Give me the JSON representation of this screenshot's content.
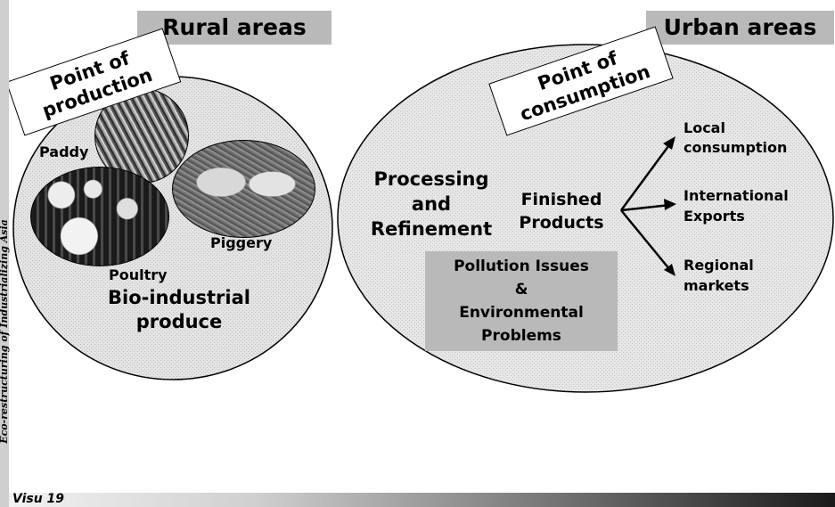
{
  "side_caption": "Eco-restructuring of Industrializing Asia",
  "footer_label": "Visu 19",
  "rural": {
    "title": "Rural areas",
    "tag": [
      "Point of",
      "production"
    ],
    "paddy": "Paddy",
    "piggery": "Piggery",
    "poultry": "Poultry",
    "produce": [
      "Bio-industrial",
      "produce"
    ]
  },
  "urban": {
    "title": "Urban areas",
    "tag": [
      "Point of",
      "consumption"
    ],
    "processing": [
      "Processing",
      "and",
      "Refinement"
    ],
    "finished": [
      "Finished",
      "Products"
    ],
    "pollution": [
      "Pollution Issues",
      "&",
      "Environmental",
      "Problems"
    ],
    "destinations": [
      [
        "Local",
        "consumption"
      ],
      [
        "International",
        "Exports"
      ],
      [
        "Regional",
        "markets"
      ]
    ]
  },
  "colors": {
    "box_fill": "#b9b9b9",
    "ellipse_stroke": "#000000"
  }
}
